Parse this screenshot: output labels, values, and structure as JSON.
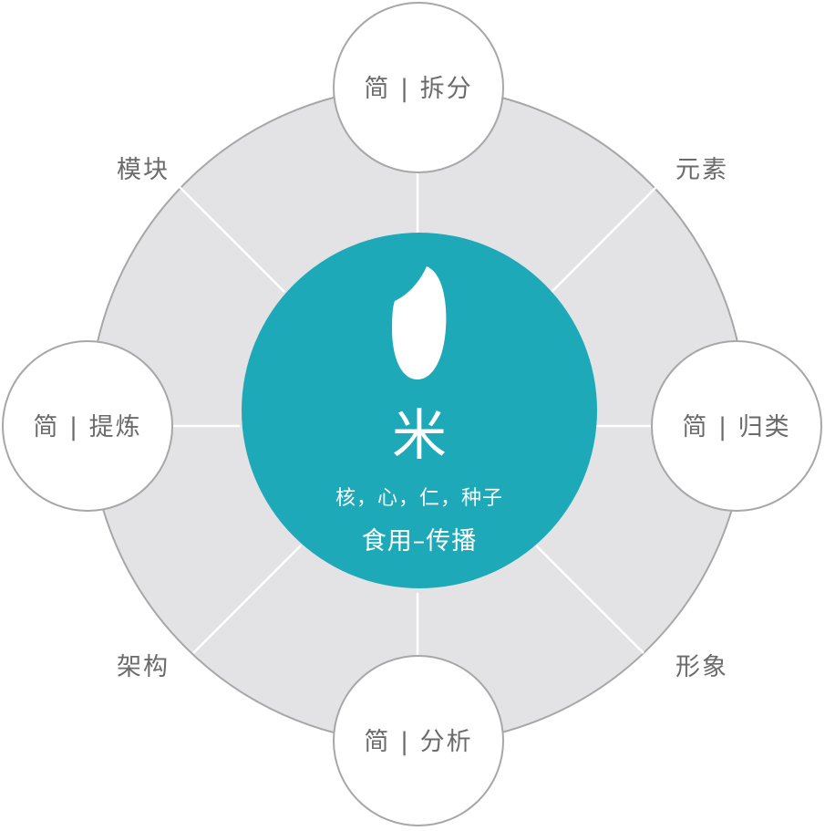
{
  "colors": {
    "ring_fill": "#e3e3e5",
    "ring_stroke": "#a7a7a7",
    "center_fill": "#1ea9b9",
    "spoke": "#ffffff",
    "node_fill": "#ffffff",
    "node_stroke": "#a7a7a7",
    "label_text": "#6b6b6b"
  },
  "center": {
    "icon": "rice-grain-icon",
    "title": "米",
    "subtitle": "核，心，仁，种子",
    "tagline": "食用–传播"
  },
  "nodes": {
    "top": "简 | 拆分",
    "right": "简 | 归类",
    "bottom": "简 | 分析",
    "left": "简 | 提炼"
  },
  "corner_labels": {
    "top_left": "模块",
    "top_right": "元素",
    "bottom_right": "形象",
    "bottom_left": "架构"
  }
}
